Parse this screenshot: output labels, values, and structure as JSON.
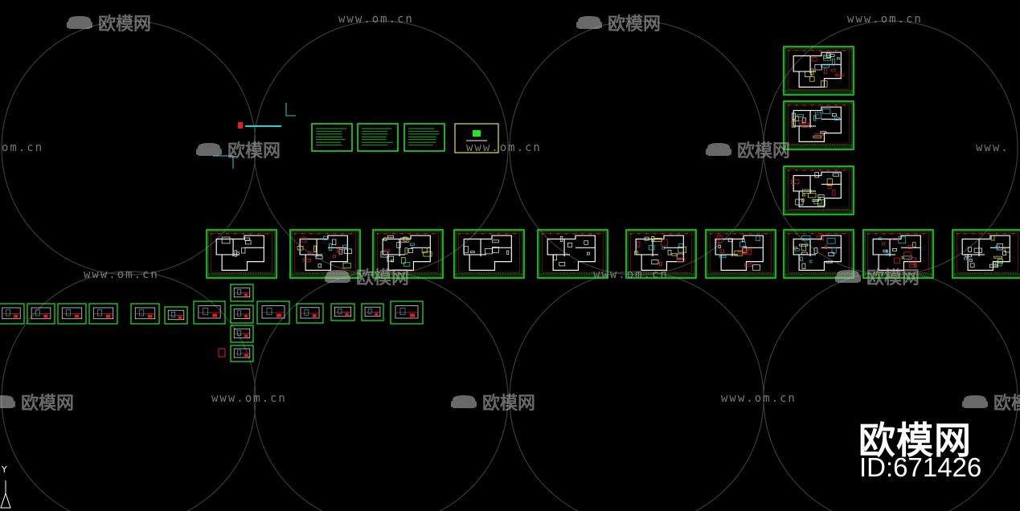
{
  "watermark": {
    "url": "www.om.cn",
    "url_partial": "om.cn",
    "url_partial_right": "www.",
    "logo": "欧模网",
    "logo_partial": "欧模网"
  },
  "brand": {
    "title": "欧模网",
    "id": "ID:671426"
  },
  "ucs": {
    "axis_label": "Y"
  },
  "colors": {
    "background": "#000000",
    "sheet_border": "#22e822",
    "drawing_red": "#e02020",
    "drawing_white": "#f2f2f2",
    "drawing_cyan": "#20d0e0",
    "drawing_yellow": "#e8e820",
    "watermark_circle": "#3a3a3a"
  }
}
